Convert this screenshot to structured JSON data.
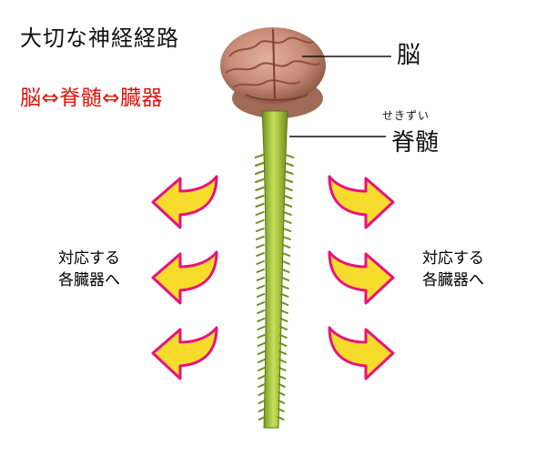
{
  "title": "大切な神経経路",
  "relation": "脳⇔脊髄⇔臓器",
  "labels": {
    "brain": "脳",
    "spinal_cord_ruby": "せきずい",
    "spinal_cord": "脊髄"
  },
  "organs_left": [
    "対応する",
    "各臓器へ"
  ],
  "organs_right": [
    "対応する",
    "各臓器へ"
  ],
  "colors": {
    "relation_text": "#e0140e",
    "arrow_fill": "#f7dc2c",
    "arrow_outline": "#e8127d",
    "spinal_cord": "#a6c83a",
    "brain": "#c98c78",
    "cerebellum": "#a06a56"
  }
}
